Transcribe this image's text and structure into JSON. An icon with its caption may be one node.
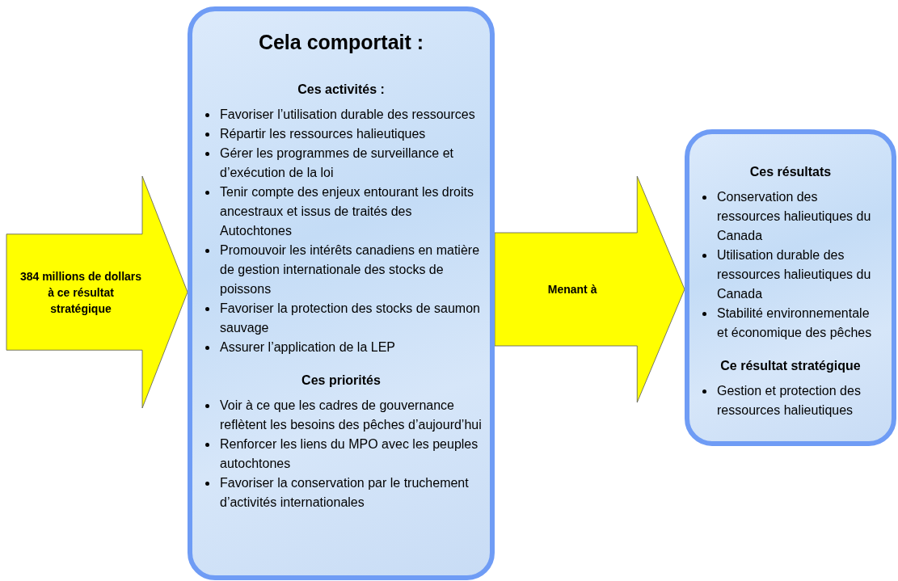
{
  "diagram": {
    "nodes": [
      {
        "text": [
          "Cela comportait :",
          "Ces activités :",
          "Favoriser l’utilisation durable des ressources",
          "Répartir les ressources halieutiques",
          "Gérer les programmes de surveillance et d’exécution de la loi",
          "Tenir compte des enjeux entourant les droits ancestraux et issus de traités des Autochtones",
          "Promouvoir les intérêts canadiens en matière de gestion internationale des stocks de poissons",
          "Favoriser la protection des stocks de saumon sauvage",
          "Assurer l’application de la LEP",
          "Ces priorités",
          "Voir à ce que les cadres de gouvernance reflètent les besoins des pêches d’aujourd’hui",
          "Renforcer les liens du MPO avec les peuples autochtones",
          "Favoriser la conservation par le truchement d’activités internationales"
        ]
      },
      {
        "text": [
          "Ces résultats",
          "Conservation des ressources halieutiques du Canada",
          "Utilisation durable des ressources halieutiques du Canada",
          "Stabilité environnementale et économique des pêches",
          "Ce résultat stratégique",
          "Gestion et protection des ressources halieutiques"
        ]
      }
    ],
    "edges": [
      {
        "from": null,
        "to": 0,
        "arrow": "to",
        "label": "384 millions de dollars à ce résultat stratégique"
      },
      {
        "from": 0,
        "to": 1,
        "arrow": "to",
        "label": "Menant à"
      }
    ]
  }
}
